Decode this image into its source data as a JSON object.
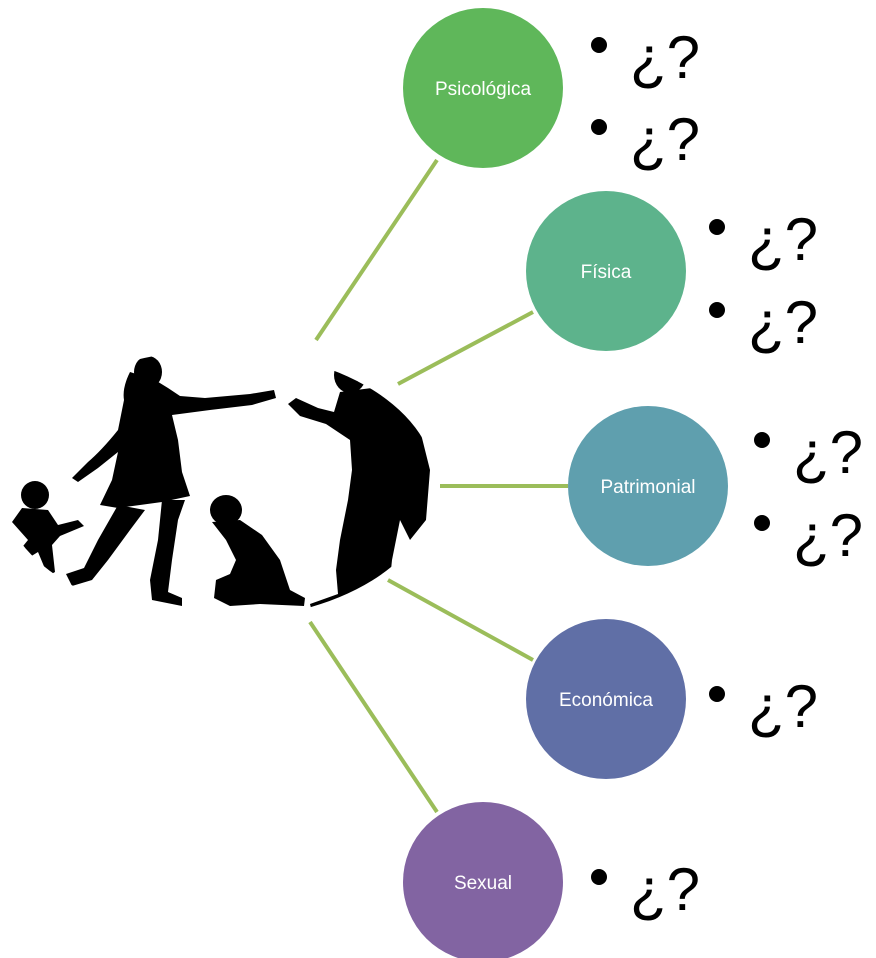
{
  "nodes": [
    {
      "id": "psicologica",
      "label": "Psicológica",
      "color": "#5fb75a",
      "bullets": [
        "¿?",
        "¿?"
      ]
    },
    {
      "id": "fisica",
      "label": "Física",
      "color": "#5db38c",
      "bullets": [
        "¿?",
        "¿?"
      ]
    },
    {
      "id": "patrimonial",
      "label": "Patrimonial",
      "color": "#5f9fae",
      "bullets": [
        "¿?",
        "¿?"
      ]
    },
    {
      "id": "economica",
      "label": "Económica",
      "color": "#606fa6",
      "bullets": [
        "¿?"
      ]
    },
    {
      "id": "sexual",
      "label": "Sexual",
      "color": "#8264a2",
      "bullets": [
        "¿?"
      ]
    }
  ],
  "connector_color": "#9bbd5a",
  "bullet_glyph": "•"
}
